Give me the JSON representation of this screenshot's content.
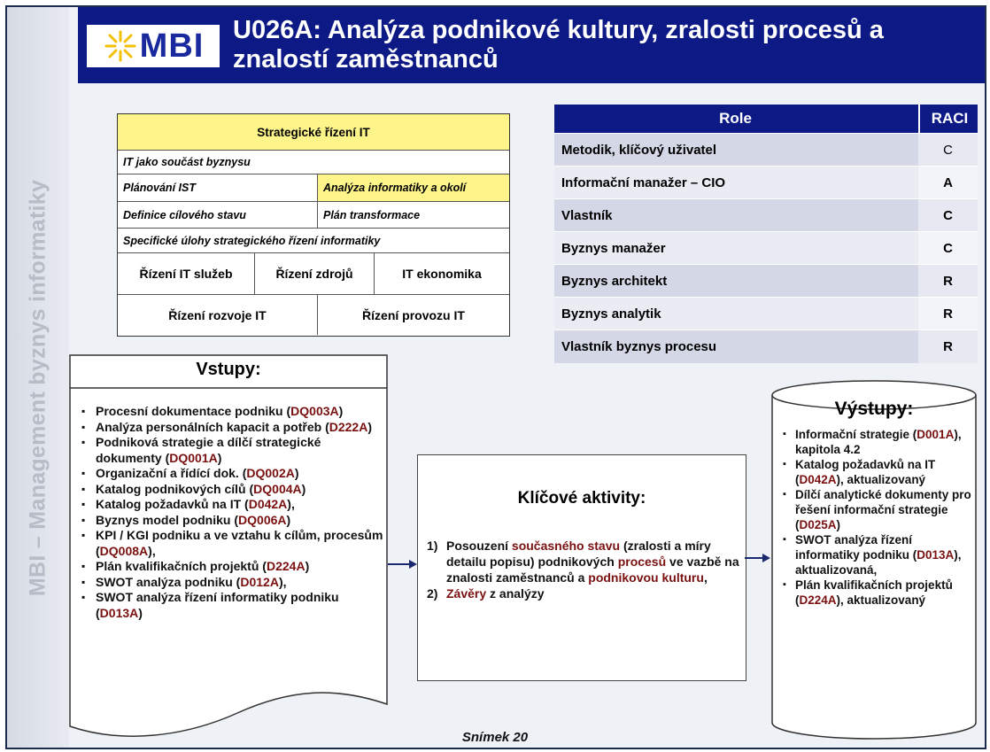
{
  "sidebar": {
    "text": "MBI – Management byznys informatiky"
  },
  "header": {
    "logo_text": "MBI",
    "title": "U026A: Analýza podnikové kultury, zralosti procesů a znalostí zaměstnanců"
  },
  "strategy": {
    "header": "Strategické řízení IT",
    "row1": "IT jako součást byznysu",
    "row2_left": "Plánování IST",
    "row2_right": "Analýza informatiky a okolí",
    "row3_left": "Definice cílového stavu",
    "row3_right": "Plán transformace",
    "row4": "Specifické úlohy strategického řízení informatiky",
    "row5": [
      "Řízení IT služeb",
      "Řízení  zdrojů",
      "IT ekonomika"
    ],
    "row6": [
      "Řízení rozvoje IT",
      "Řízení provozu IT"
    ]
  },
  "raci": {
    "header_role": "Role",
    "header_raci": "RACI",
    "rows": [
      {
        "role": "Metodik, klíčový uživatel",
        "value": "C"
      },
      {
        "role": "Informační manažer – CIO",
        "value": "A"
      },
      {
        "role": "Vlastník",
        "value": "C"
      },
      {
        "role": "Byznys manažer",
        "value": "C"
      },
      {
        "role": "Byznys architekt",
        "value": "R"
      },
      {
        "role": "Byznys analytik",
        "value": "R"
      },
      {
        "role": "Vlastník byznys procesu",
        "value": "R"
      }
    ]
  },
  "inputs": {
    "title": "Vstupy:",
    "items": [
      {
        "text": "Procesní dokumentace podniku",
        "code": "DQ003A",
        "suffix": ""
      },
      {
        "text": "Analýza personálních kapacit a potřeb",
        "code": "D222A",
        "suffix": ""
      },
      {
        "text": "Podniková strategie a dílčí strategické dokumenty",
        "code": "DQ001A",
        "suffix": ""
      },
      {
        "text": "Organizační a řídící dok.",
        "code": "DQ002A",
        "suffix": ""
      },
      {
        "text": "Katalog podnikových cílů",
        "code": "DQ004A",
        "suffix": ""
      },
      {
        "text": "Katalog požadavků na IT",
        "code": "D042A",
        "suffix": ","
      },
      {
        "text": "Byznys model podniku",
        "code": "DQ006A",
        "suffix": ""
      },
      {
        "text": "KPI / KGI podniku a ve vztahu k cílům, procesům",
        "code": "DQ008A",
        "suffix": ","
      },
      {
        "text": "Plán kvalifikačních projektů",
        "code": "D224A",
        "suffix": ""
      },
      {
        "text": "SWOT analýza podniku",
        "code": "D012A",
        "suffix": ","
      },
      {
        "text": "SWOT analýza řízení informatiky podniku",
        "code": "D013A",
        "suffix": ""
      }
    ]
  },
  "activities": {
    "title": "Klíčové aktivity:",
    "item1_num": "1)",
    "item1_a": "Posouzení ",
    "item1_hl1": "současného stavu",
    "item1_b": " (zralosti a míry detailu popisu) podnikových ",
    "item1_hl2": "procesů",
    "item1_c": " ve vazbě na znalosti zaměstnanců a ",
    "item1_hl3": "podnikovou kulturu",
    "item1_d": ",",
    "item2_num": "2)",
    "item2_hl": "Závěry",
    "item2_rest": " z analýzy"
  },
  "outputs": {
    "title": "Výstupy:",
    "items": [
      {
        "text": "Informační strategie",
        "code": "D001A",
        "suffix": ", kapitola 4.2"
      },
      {
        "text": "Katalog požadavků na IT",
        "code": "D042A",
        "suffix": ", aktualizovaný"
      },
      {
        "text": "Dílčí analytické dokumenty pro řešení informační strategie",
        "code": "D025A",
        "suffix": ""
      },
      {
        "text": "SWOT analýza řízení informatiky podniku",
        "code": "D013A",
        "suffix": ", aktualizovaná,"
      },
      {
        "text": "Plán kvalifikačních projektů",
        "code": "D224A",
        "suffix": ", aktualizovaný"
      }
    ]
  },
  "footer": {
    "text": "Snímek  20"
  },
  "colors": {
    "navy": "#0d1a86",
    "highlight": "#fdf48a",
    "code": "#7a1010"
  }
}
